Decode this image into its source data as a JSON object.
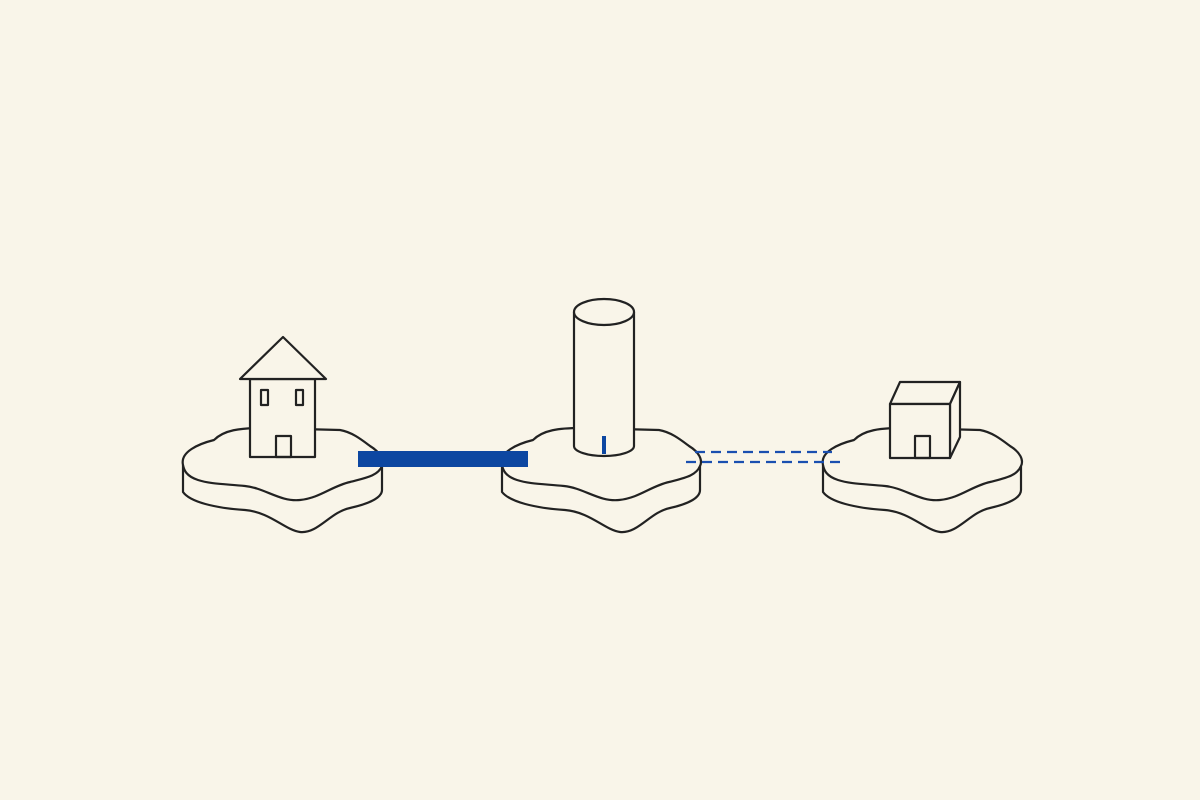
{
  "diagram": {
    "colors": {
      "background": "#f9f5e9",
      "ink": "#222222",
      "strong_link": "#0d47a1",
      "weak_link": "#1a4fb0"
    },
    "nodes": [
      {
        "id": "left-island",
        "icon": "house-icon"
      },
      {
        "id": "center-island",
        "icon": "cylinder-tower-icon"
      },
      {
        "id": "right-island",
        "icon": "cube-box-icon"
      }
    ],
    "links": [
      {
        "from": "left-island",
        "to": "center-island",
        "style": "solid-thick"
      },
      {
        "from": "center-island",
        "to": "right-island",
        "style": "dashed-double"
      }
    ]
  }
}
